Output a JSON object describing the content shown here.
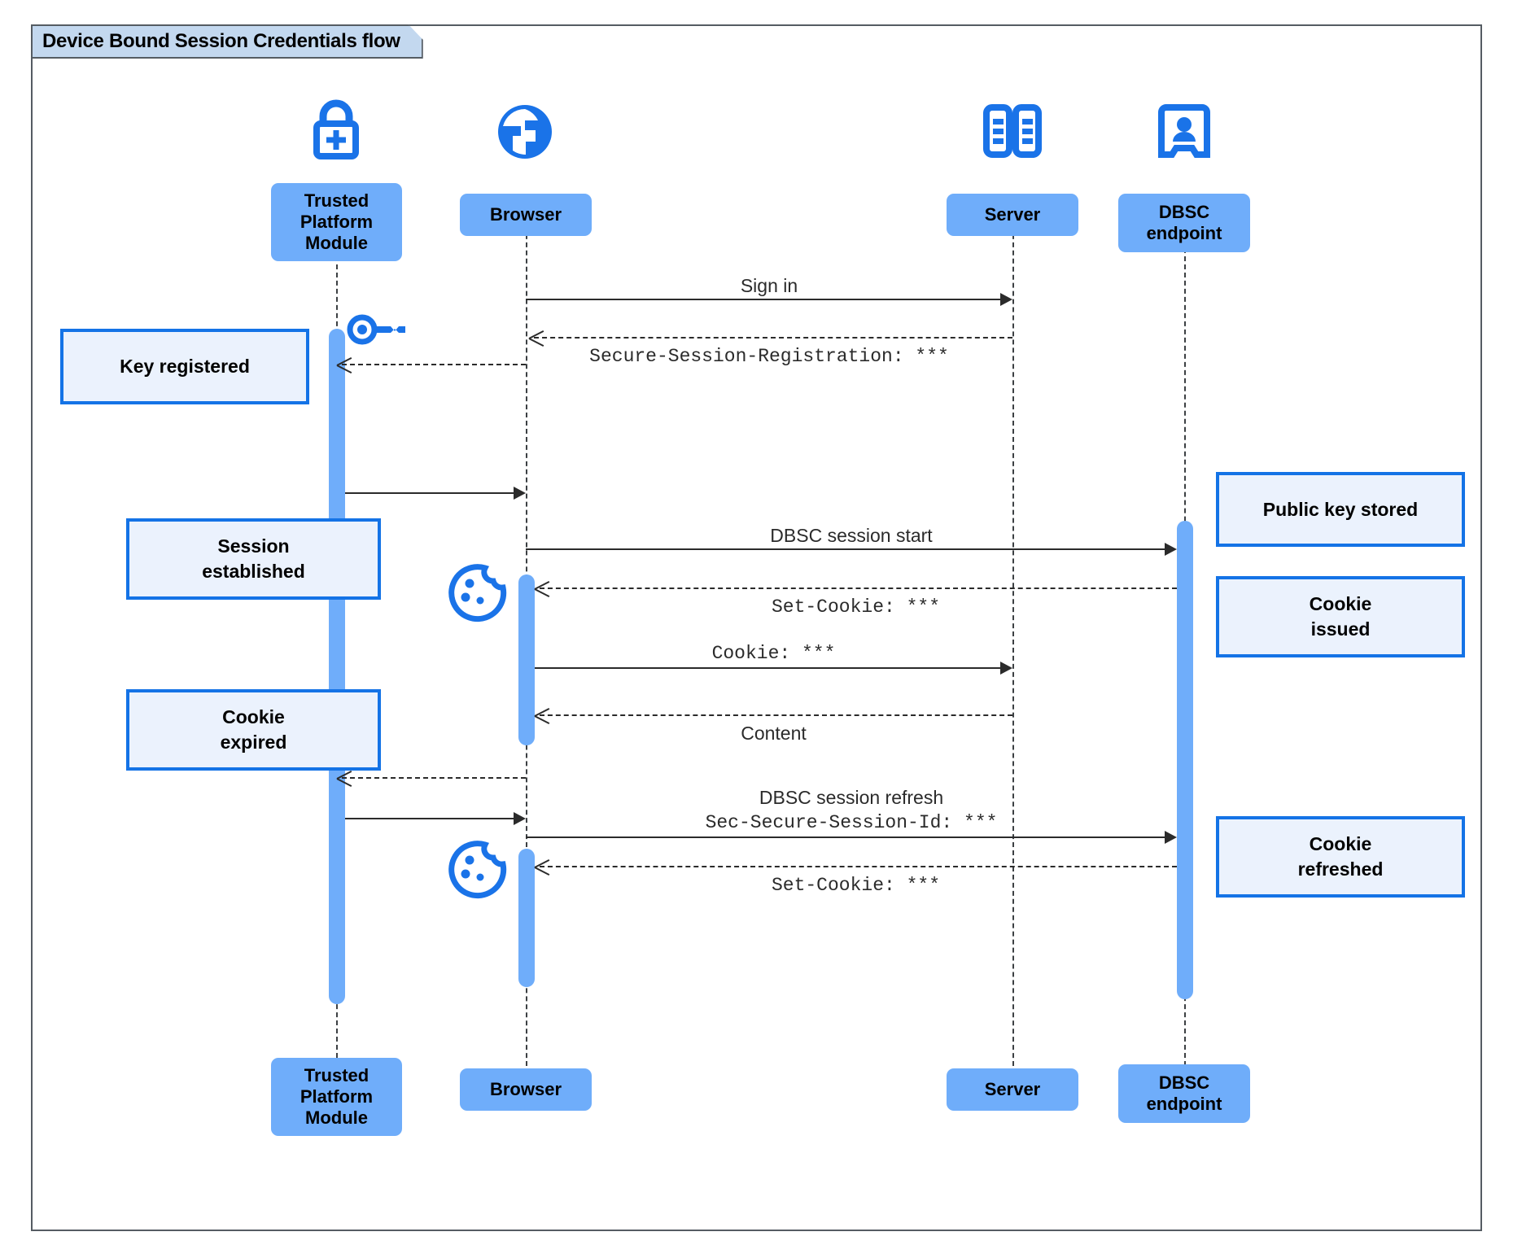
{
  "frame": {
    "title": "Device Bound Session Credentials flow",
    "title_bg": "#c3d8ef",
    "border_color": "#555c63"
  },
  "colors": {
    "participant_fill": "#6fadfa",
    "icon_blue": "#1a73e8",
    "note_fill": "#ebf2fd",
    "note_border": "#1473e6",
    "line": "#2b2b2b"
  },
  "participants": [
    {
      "id": "tpm",
      "label": "Trusted\nPlatform\nModule",
      "icon": "lock-plus-icon"
    },
    {
      "id": "browser",
      "label": "Browser",
      "icon": "globe-icon"
    },
    {
      "id": "server",
      "label": "Server",
      "icon": "server-rack-icon"
    },
    {
      "id": "dbsc",
      "label": "DBSC\nendpoint",
      "icon": "id-badge-icon"
    }
  ],
  "participants_bottom": [
    {
      "id": "tpm",
      "label": "Trusted\nPlatform\nModule"
    },
    {
      "id": "browser",
      "label": "Browser"
    },
    {
      "id": "server",
      "label": "Server"
    },
    {
      "id": "dbsc",
      "label": "DBSC\nendpoint"
    }
  ],
  "messages": [
    {
      "id": "sign-in",
      "label": "Sign in",
      "style": "sans",
      "dir": "right",
      "kind": "solid"
    },
    {
      "id": "secure-session-registration",
      "label": "Secure-Session-Registration: ***",
      "style": "mono",
      "dir": "left",
      "kind": "dashed"
    },
    {
      "id": "tpm-to-browser-key",
      "label": "",
      "style": "sans",
      "dir": "right",
      "kind": "solid"
    },
    {
      "id": "dbsc-session-start",
      "label": "DBSC session start",
      "style": "sans",
      "dir": "right",
      "kind": "solid"
    },
    {
      "id": "set-cookie-1",
      "label": "Set-Cookie: ***",
      "style": "mono",
      "dir": "left",
      "kind": "dashed"
    },
    {
      "id": "cookie",
      "label": "Cookie: ***",
      "style": "mono",
      "dir": "right",
      "kind": "solid"
    },
    {
      "id": "content",
      "label": "Content",
      "style": "sans",
      "dir": "left",
      "kind": "dashed"
    },
    {
      "id": "browser-to-tpm-refresh",
      "label": "",
      "style": "sans",
      "dir": "left",
      "kind": "dashed"
    },
    {
      "id": "dbsc-session-refresh-line1",
      "label": "DBSC session refresh",
      "style": "sans",
      "dir": "right",
      "kind": "solid"
    },
    {
      "id": "dbsc-session-refresh-line2",
      "label": "Sec-Secure-Session-Id: ***",
      "style": "mono",
      "dir": "right",
      "kind": "solid"
    },
    {
      "id": "tpm-to-browser-refresh",
      "label": "",
      "style": "sans",
      "dir": "right",
      "kind": "solid"
    },
    {
      "id": "set-cookie-2",
      "label": "Set-Cookie: ***",
      "style": "mono",
      "dir": "left",
      "kind": "dashed"
    }
  ],
  "notes_left": [
    {
      "id": "key-registered",
      "label": "Key registered"
    },
    {
      "id": "session-established",
      "label": "Session\nestablished"
    },
    {
      "id": "cookie-expired",
      "label": "Cookie\nexpired"
    }
  ],
  "notes_right": [
    {
      "id": "public-key-stored",
      "label": "Public key stored"
    },
    {
      "id": "cookie-issued",
      "label": "Cookie\nissued"
    },
    {
      "id": "cookie-refreshed",
      "label": "Cookie\nrefreshed"
    }
  ],
  "decor_icons": [
    {
      "id": "key-icon",
      "name": "key-icon"
    },
    {
      "id": "cookie-icon-1",
      "name": "cookie-icon"
    },
    {
      "id": "cookie-icon-2",
      "name": "cookie-icon"
    }
  ]
}
